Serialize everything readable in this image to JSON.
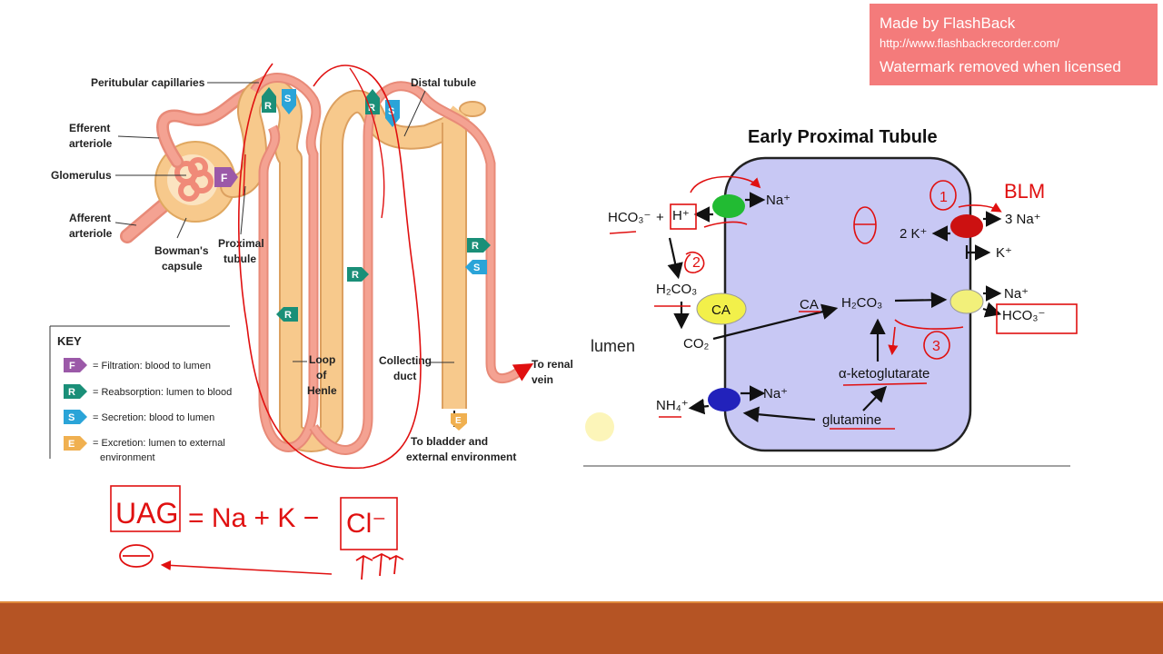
{
  "watermark": {
    "line1": "Made by FlashBack",
    "line2": "http://www.flashbackrecorder.com/",
    "line3": "Watermark removed when licensed"
  },
  "nephron": {
    "peritubular": "Peritubular capillaries",
    "efferent1": "Efferent",
    "efferent2": "arteriole",
    "glomerulus": "Glomerulus",
    "afferent1": "Afferent",
    "afferent2": "arteriole",
    "bowman1": "Bowman's",
    "bowman2": "capsule",
    "proximal1": "Proximal",
    "proximal2": "tubule",
    "distal": "Distal tubule",
    "loop1": "Loop",
    "loop2": "of",
    "loop3": "Henle",
    "collecting1": "Collecting",
    "collecting2": "duct",
    "renal1": "To renal",
    "renal2": "vein",
    "bladder1": "To bladder and",
    "bladder2": "external environment",
    "letter_f": "F",
    "letter_r": "R",
    "letter_s": "S",
    "letter_e": "E"
  },
  "key": {
    "title": "KEY",
    "items": [
      {
        "letter": "F",
        "text": "= Filtration: blood to lumen",
        "color": "#9b59a8"
      },
      {
        "letter": "R",
        "text": "= Reabsorption: lumen to blood",
        "color": "#1a8f78"
      },
      {
        "letter": "S",
        "text": "= Secretion: blood to lumen",
        "color": "#2aa4d8"
      },
      {
        "letter": "E",
        "text": "= Excretion: lumen to external",
        "text2": "environment",
        "color": "#f0b050"
      }
    ]
  },
  "tubule": {
    "title": "Early Proximal Tubule",
    "lumen": "lumen",
    "hco3": "HCO₃⁻",
    "plus": "+",
    "hplus": "H⁺",
    "na_top": "Na⁺",
    "h2co3_left": "H₂CO₃",
    "ca_circle": "CA",
    "co2": "CO₂",
    "ca_inside": "CA",
    "h2co3_right": "H₂CO₃",
    "na_right": "Na⁺",
    "hco3_right": "HCO₃⁻",
    "three_na": "3 Na⁺",
    "two_k": "2 K⁺",
    "k_plus": "K⁺",
    "aketo": "α-ketoglutarate",
    "glutamine": "glutamine",
    "nh4": "NH₄⁺",
    "na_bottom": "Na⁺"
  },
  "annotations": {
    "blm": "BLM",
    "num1": "1",
    "num2": "2",
    "num3": "3",
    "formula_uag": "UAG",
    "formula_eq": "= Na + K −",
    "formula_cl": "Cl⁻"
  },
  "colors": {
    "vessel": "#f4a292",
    "tubule_fill": "#f7c98c",
    "cell": "#c8c8f4",
    "ink": "#e01010",
    "band": "#b55424"
  }
}
